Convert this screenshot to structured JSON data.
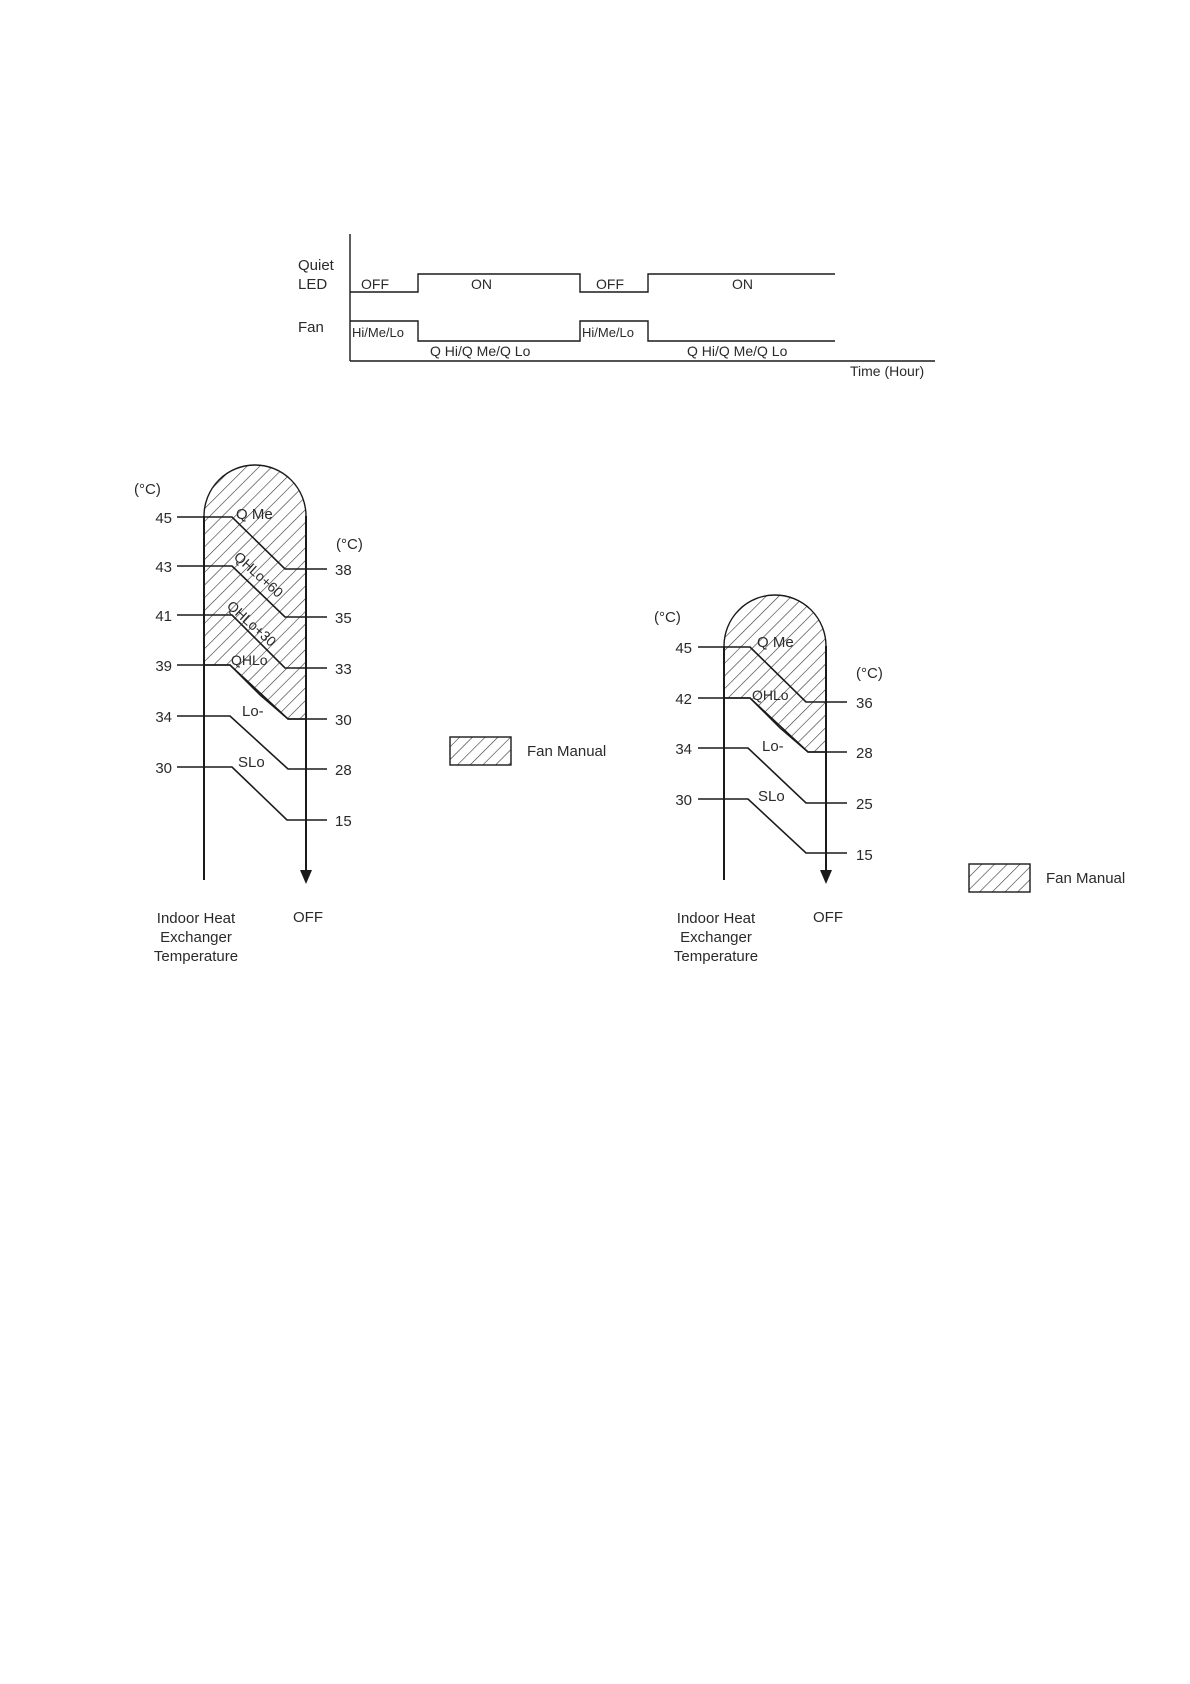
{
  "timing": {
    "quiet_label": "Quiet",
    "led_label": "LED",
    "fan_label": "Fan",
    "led_states": [
      "OFF",
      "ON",
      "OFF",
      "ON"
    ],
    "fan_states": [
      "Hi/Me/Lo",
      "Q Hi/Q Me/Q Lo",
      "Hi/Me/Lo",
      "Q Hi/Q Me/Q Lo"
    ],
    "time_label": "Time (Hour)"
  },
  "left": {
    "unit_left": "(°C)",
    "unit_right": "(°C)",
    "left_temps": [
      "45",
      "43",
      "41",
      "39",
      "34",
      "30"
    ],
    "right_temps": [
      "38",
      "35",
      "33",
      "30",
      "28",
      "15"
    ],
    "zones": [
      "Q Me",
      "QHLo+60",
      "QHLo+30",
      "QHLo",
      "Lo-",
      "SLo"
    ],
    "axis_label_1": "Indoor Heat",
    "axis_label_2": "Exchanger",
    "axis_label_3": "Temperature",
    "off_label": "OFF",
    "legend": "Fan Manual"
  },
  "right": {
    "unit_left": "(°C)",
    "unit_right": "(°C)",
    "left_temps": [
      "45",
      "42",
      "34",
      "30"
    ],
    "right_temps": [
      "36",
      "28",
      "25",
      "15"
    ],
    "zones": [
      "Q Me",
      "QHLo",
      "Lo-",
      "SLo"
    ],
    "axis_label_1": "Indoor Heat",
    "axis_label_2": "Exchanger",
    "axis_label_3": "Temperature",
    "off_label": "OFF",
    "legend": "Fan Manual"
  }
}
